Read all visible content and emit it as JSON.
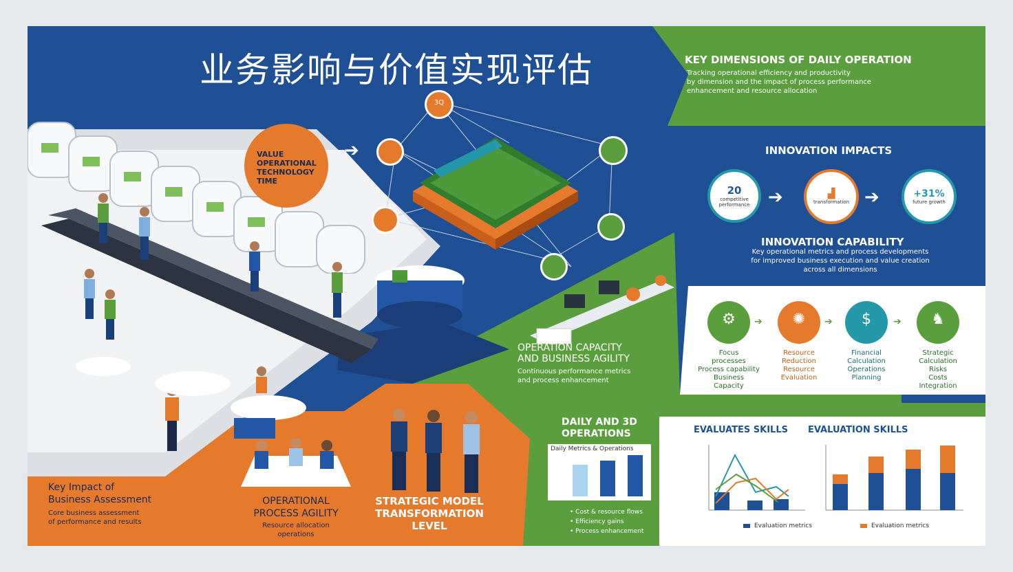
{
  "title": "业务影响与价值实现评估",
  "value_circle": {
    "lines": [
      "VALUE",
      "OPERATIONAL",
      "TECHNOLOGY",
      "TIME"
    ]
  },
  "key_dimensions": {
    "heading": "KEY DIMENSIONS OF DAILY OPERATION",
    "body": [
      "Tracking operational efficiency and productivity",
      "by dimension and the impact of process performance",
      "enhancement and resource allocation"
    ]
  },
  "innovation_impacts": {
    "heading": "INNOVATION IMPACTS",
    "items": [
      {
        "value": "20",
        "label": "competitive performance"
      },
      {
        "value": "",
        "label": "transformation"
      },
      {
        "value": "+31%",
        "label": "future growth"
      }
    ]
  },
  "innovation_capability": {
    "heading": "INNOVATION CAPABILITY",
    "body": [
      "Key operational metrics and process developments",
      "for improved business execution and value creation",
      "across all dimensions"
    ]
  },
  "capability_circles": [
    {
      "label": [
        "Focus",
        "processes",
        "Process capability",
        "Business",
        "Capacity"
      ]
    },
    {
      "label": [
        "Resource",
        "Reduction",
        "Resource",
        "Evaluation"
      ]
    },
    {
      "label": [
        "Financial",
        "Calculation",
        "Operations",
        "Planning"
      ]
    },
    {
      "label": [
        "Strategic",
        "Calculation",
        "Risks",
        "Costs",
        "Integration"
      ]
    }
  ],
  "operation_capacity": {
    "heading": [
      "OPERATION CAPACITY",
      "AND BUSINESS AGILITY"
    ],
    "body": [
      "Continuous performance metrics",
      "and process enhancement"
    ]
  },
  "daily_ops": {
    "heading": [
      "DAILY AND 3D",
      "OPERATIONS"
    ],
    "caption": "Daily Metrics & Operations",
    "bullets": [
      "Cost & resource flows",
      "Efficiency gains",
      "Process enhancement"
    ]
  },
  "chart_left": {
    "heading": "EVALUATES SKILLS",
    "legend": "Evaluation metrics"
  },
  "chart_right": {
    "heading": "EVALUATION SKILLS",
    "legend": "Evaluation metrics"
  },
  "key_impact": {
    "heading": [
      "Key Impact of",
      "Business Assessment"
    ],
    "body": [
      "Core business assessment",
      "of performance and results"
    ]
  },
  "operational_process": {
    "heading": [
      "OPERATIONAL",
      "PROCESS AGILITY"
    ],
    "body": [
      "Resource allocation",
      "operations"
    ]
  },
  "strategic": {
    "heading": [
      "STRATEGIC MODEL",
      "TRANSFORMATION",
      "LEVEL"
    ]
  },
  "network_nodes": [
    "3Q",
    "",
    "",
    "",
    "",
    "",
    ""
  ],
  "colors": {
    "blue": "#1f4f94",
    "orange": "#e67a2c",
    "green": "#5a9e3e",
    "teal": "#2399aa",
    "dark": "#1a3a6c"
  }
}
